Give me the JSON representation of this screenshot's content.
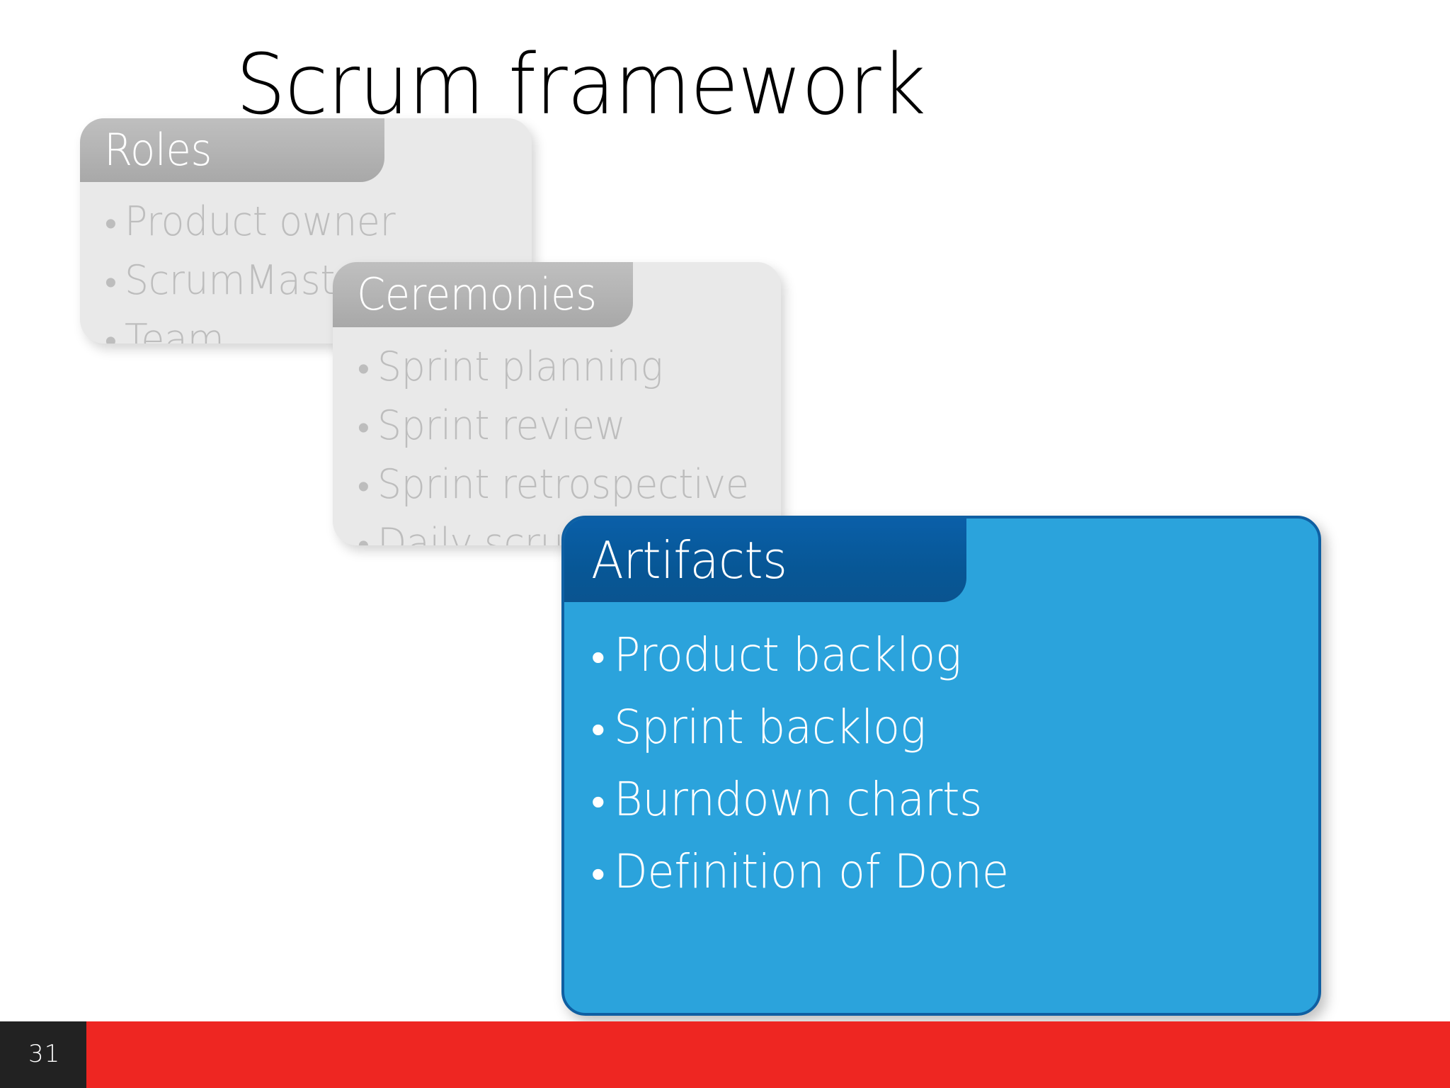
{
  "slide": {
    "title": "Scrum framework",
    "page_number": "31",
    "background_color": "#ffffff"
  },
  "colors": {
    "title_text": "#000000",
    "muted_card_body": "#e9e9e9",
    "muted_card_header": "#b3b3b3",
    "muted_card_text": "#bdbdbd",
    "highlight_card_body": "#2ba3dc",
    "highlight_card_header": "#0a5ca0",
    "highlight_card_border": "#0f5fa2",
    "highlight_card_text": "#ffffff",
    "footer_red": "#ee2622",
    "footer_dark": "#222222",
    "footer_text": "#ffffff"
  },
  "cards": [
    {
      "id": "roles",
      "state": "muted",
      "title": "Roles",
      "bullets": [
        {
          "marker": "•",
          "text": "Product owner"
        },
        {
          "marker": "•",
          "text": "ScrumMaster"
        },
        {
          "marker": "•",
          "text": "Team"
        }
      ]
    },
    {
      "id": "ceremonies",
      "state": "muted",
      "title": "Ceremonies",
      "bullets": [
        {
          "marker": "•",
          "text": "Sprint planning"
        },
        {
          "marker": "•",
          "text": "Sprint review"
        },
        {
          "marker": "•",
          "text": "Sprint retrospective"
        },
        {
          "marker": "•",
          "text": "Daily scrum meeting"
        }
      ]
    },
    {
      "id": "artifacts",
      "state": "highlight",
      "title": "Artifacts",
      "bullets": [
        {
          "marker": "•",
          "text": "Product backlog"
        },
        {
          "marker": "•",
          "text": "Sprint backlog"
        },
        {
          "marker": "•",
          "text": "Burndown charts"
        },
        {
          "marker": "•",
          "text": "Definition of Done"
        }
      ]
    }
  ]
}
